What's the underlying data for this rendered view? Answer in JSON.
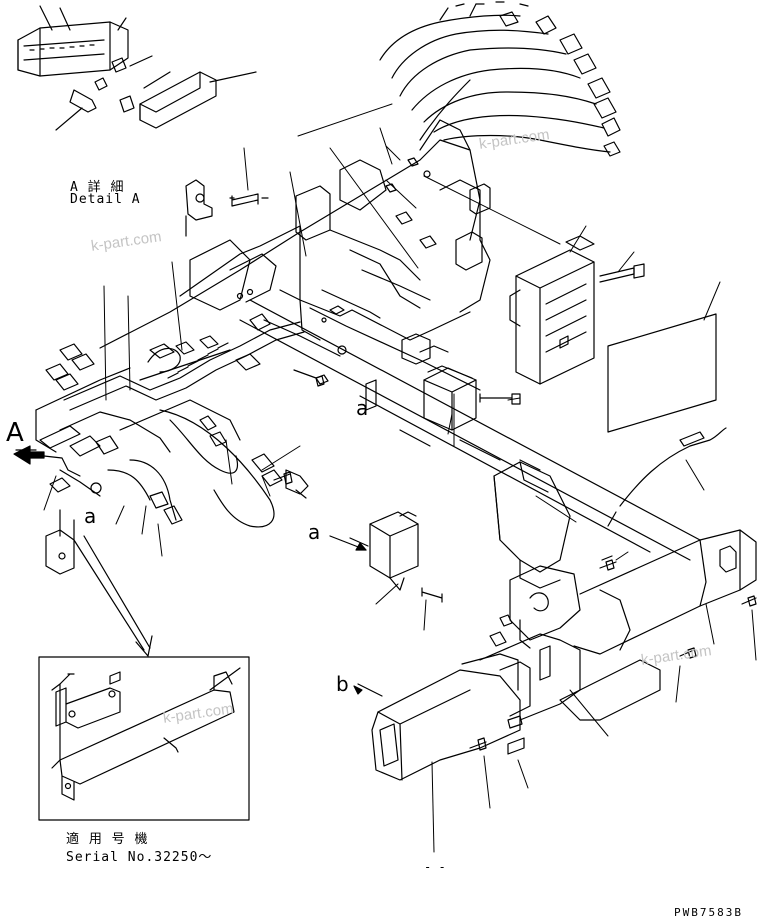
{
  "labels": {
    "detail_a_jp": "A 詳 細",
    "detail_a_en": "Detail A",
    "view_a": "A",
    "ref_a_1": "a",
    "ref_a_2": "a",
    "ref_a_3": "a",
    "ref_b": "b",
    "serial_jp": "適 用 号 機",
    "serial_en": "Serial No.32250～",
    "bottom_dash": "- -",
    "drawing_code": "PWB7583B"
  },
  "watermarks": [
    "k-part.com",
    "k-part.com",
    "k-part.com",
    "k-part.com"
  ]
}
